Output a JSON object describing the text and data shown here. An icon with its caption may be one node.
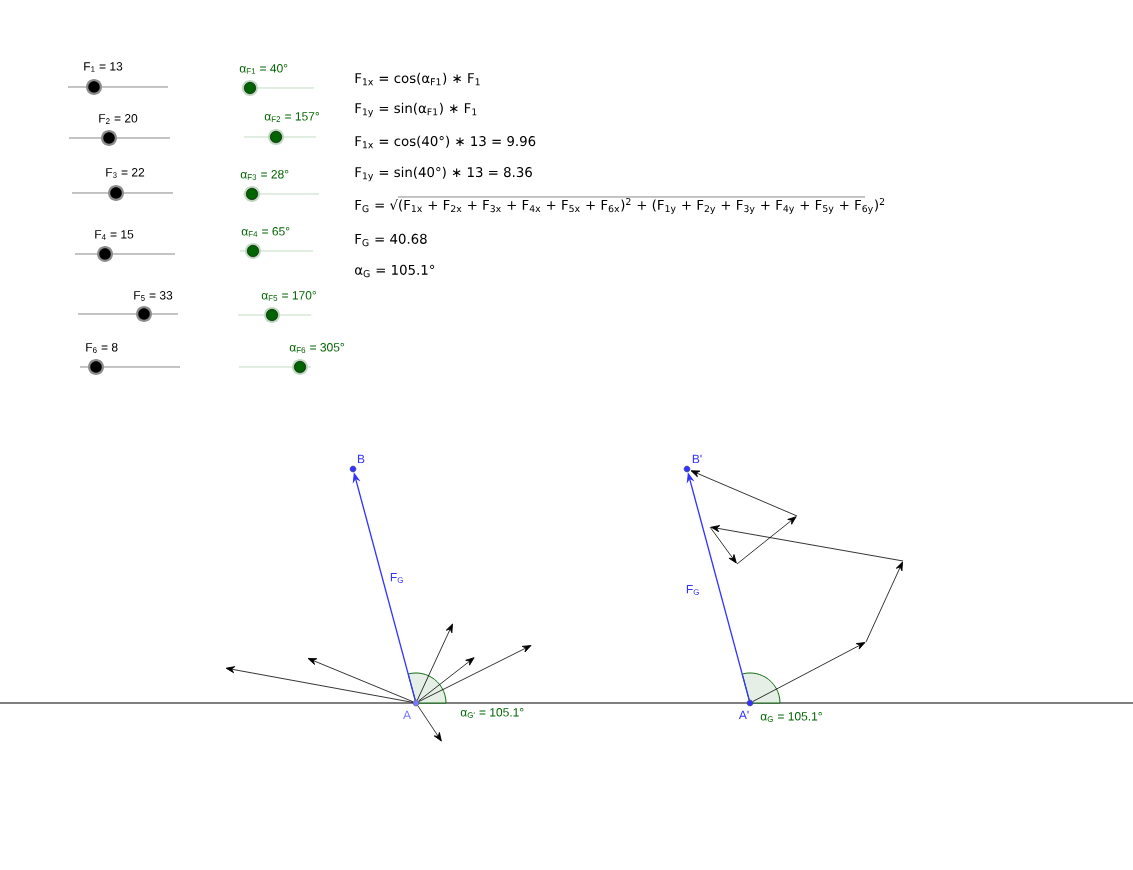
{
  "diagram": {
    "nodes": [
      {
        "text": [
          "A"
        ]
      },
      {
        "text": [
          "B"
        ]
      },
      {
        "text": [
          "A'"
        ]
      },
      {
        "text": [
          "B'"
        ]
      }
    ],
    "edges": [
      {
        "from": 0,
        "to": 1,
        "arrow": "to",
        "label": "F$_{G}$",
        "color": "#3333ff"
      },
      {
        "from": 0,
        "to": null,
        "arrow": "to"
      },
      {
        "from": 0,
        "to": null,
        "arrow": "to"
      },
      {
        "from": 0,
        "to": null,
        "arrow": "to"
      },
      {
        "from": 0,
        "to": null,
        "arrow": "to"
      },
      {
        "from": 0,
        "to": null,
        "arrow": "to"
      },
      {
        "from": 0,
        "to": null,
        "arrow": "to"
      },
      {
        "from": 2,
        "to": 3,
        "arrow": "to",
        "label": "F$_{G}$",
        "color": "#3333ff"
      },
      {
        "from": 2,
        "to": null,
        "arrow": "to"
      },
      {
        "from": null,
        "to": 3,
        "arrow": "to"
      }
    ],
    "labels": [
      "F$_{1}$ = 13",
      "α$_{F1}$ = 40°",
      "F$_{1x}$ = cos(α$_{F1}$) ∗ F$_{1}$",
      "F$_{1y}$ = sin(α$_{F1}$) ∗ F$_{1}$",
      "F$_{2}$ = 20",
      "α$_{F2}$ = 157°",
      "F$_{1x}$ = cos(40°) ∗ 13 = 9.96",
      "F$_{1y}$ = sin(40°) ∗ 13 = 8.36",
      "F$_{3}$ = 22",
      "α$_{F3}$ = 28°",
      "F$_{G}$ = √(F$_{1x}$ + F$_{2x}$ + F$_{3x}$ + F$_{4x}$ + F$_{5x}$ + F$_{6x}$)$^{2}$ + (F$_{1y}$ + F$_{2y}$ + F$_{3y}$ + F$_{4y}$ + F$_{5y}$ + F$_{6y}$)$^{2}$",
      "F$_{4}$ = 15",
      "α$_{F4}$ = 65°",
      "F$_{G}$ = 40.68",
      "α$_{G}$ = 105.1°",
      "F$_{5}$ = 33",
      "α$_{F5}$ = 170°",
      "F$_{6}$ = 8",
      "α$_{F6}$ = 305°",
      "α$_{G'}$ = 105.1°",
      "α$_{G}$ = 105.1°"
    ]
  }
}
